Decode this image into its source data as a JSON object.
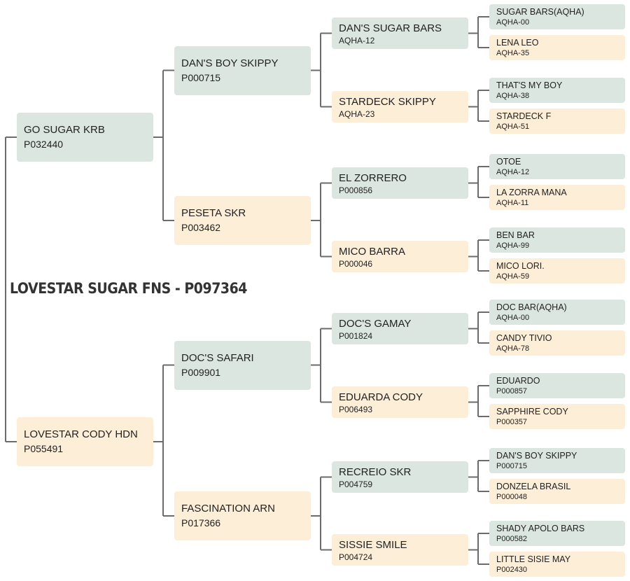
{
  "colors": {
    "male": "#dce6e1",
    "female": "#fdeed8",
    "line": "#6b6b6b"
  },
  "subject": "LOVESTAR SUGAR FNS - P097364",
  "pedigree": {
    "sire": {
      "name": "GO SUGAR KRB",
      "reg": "P032440",
      "sire": {
        "name": "DAN'S BOY SKIPPY",
        "reg": "P000715",
        "sire": {
          "name": "DAN'S SUGAR BARS",
          "reg": "AQHA-12",
          "sire": {
            "name": "SUGAR BARS(AQHA)",
            "reg": "AQHA-00"
          },
          "dam": {
            "name": "LENA LEO",
            "reg": "AQHA-35"
          }
        },
        "dam": {
          "name": "STARDECK SKIPPY",
          "reg": "AQHA-23",
          "sire": {
            "name": "THAT'S MY BOY",
            "reg": "AQHA-38"
          },
          "dam": {
            "name": "STARDECK F",
            "reg": "AQHA-51"
          }
        }
      },
      "dam": {
        "name": "PESETA SKR",
        "reg": "P003462",
        "sire": {
          "name": "EL ZORRERO",
          "reg": "P000856",
          "sire": {
            "name": "OTOE",
            "reg": "AQHA-12"
          },
          "dam": {
            "name": "LA ZORRA MANA",
            "reg": "AQHA-11"
          }
        },
        "dam": {
          "name": "MICO BARRA",
          "reg": "P000046",
          "sire": {
            "name": "BEN BAR",
            "reg": "AQHA-99"
          },
          "dam": {
            "name": "MICO LORI.",
            "reg": "AQHA-59"
          }
        }
      }
    },
    "dam": {
      "name": "LOVESTAR CODY HDN",
      "reg": "P055491",
      "sire": {
        "name": "DOC'S SAFARI",
        "reg": "P009901",
        "sire": {
          "name": "DOC'S GAMAY",
          "reg": "P001824",
          "sire": {
            "name": "DOC BAR(AQHA)",
            "reg": "AQHA-00"
          },
          "dam": {
            "name": "CANDY TIVIO",
            "reg": "AQHA-78"
          }
        },
        "dam": {
          "name": "EDUARDA CODY",
          "reg": "P006493",
          "sire": {
            "name": "EDUARDO",
            "reg": "P000857"
          },
          "dam": {
            "name": "SAPPHIRE CODY",
            "reg": "P000357"
          }
        }
      },
      "dam": {
        "name": "FASCINATION ARN",
        "reg": "P017366",
        "sire": {
          "name": "RECREIO SKR",
          "reg": "P004759",
          "sire": {
            "name": "DAN'S BOY SKIPPY",
            "reg": "P000715"
          },
          "dam": {
            "name": "DONZELA BRASIL",
            "reg": "P000048"
          }
        },
        "dam": {
          "name": "SISSIE SMILE",
          "reg": "P004724",
          "sire": {
            "name": "SHADY APOLO BARS",
            "reg": "P000582"
          },
          "dam": {
            "name": "LITTLE SISIE MAY",
            "reg": "P002430"
          }
        }
      }
    }
  }
}
